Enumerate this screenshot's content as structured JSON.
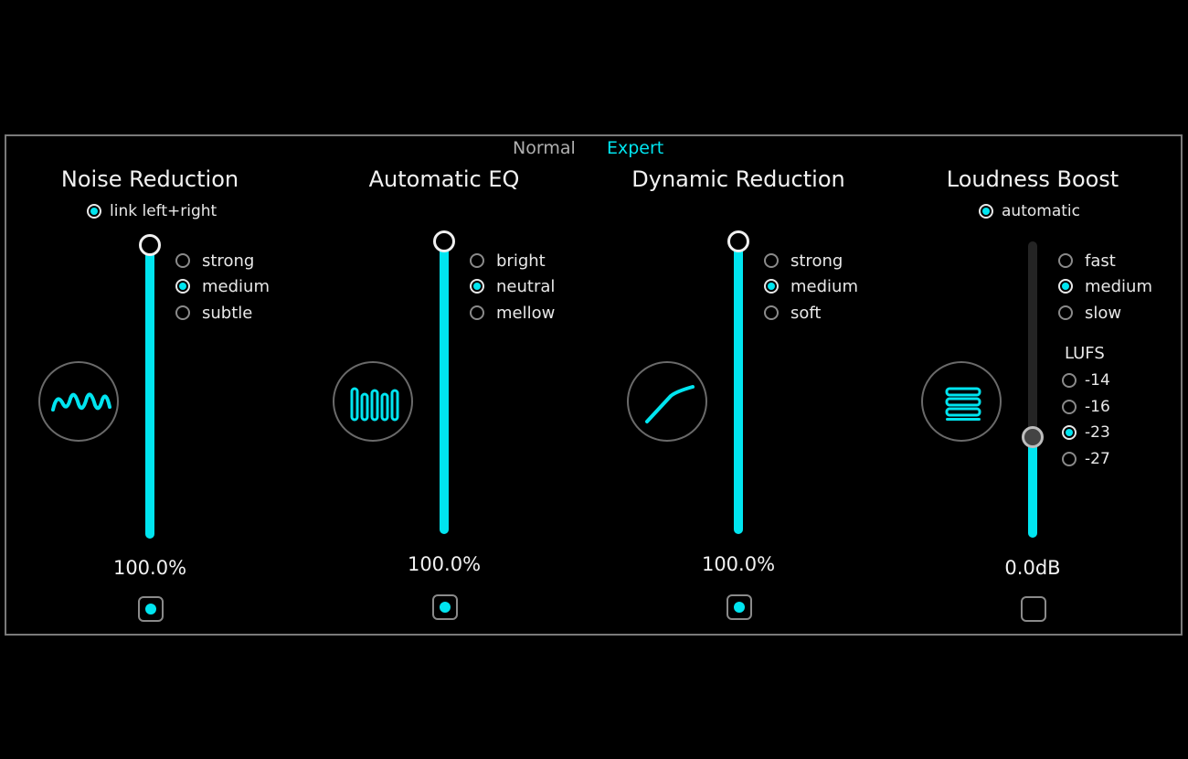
{
  "modes": {
    "normal": "Normal",
    "expert": "Expert",
    "active": "Expert"
  },
  "accent_color": "#00e5f0",
  "modules": [
    {
      "title": "Noise Reduction",
      "link_option": {
        "label": "link left+right",
        "checked": true
      },
      "icon": "noise-wave-icon",
      "options": [
        {
          "label": "strong",
          "checked": false
        },
        {
          "label": "medium",
          "checked": true
        },
        {
          "label": "subtle",
          "checked": false
        }
      ],
      "slider_percent": 100,
      "value": "100.0%",
      "enabled": true
    },
    {
      "title": "Automatic EQ",
      "icon": "eq-bars-icon",
      "options": [
        {
          "label": "bright",
          "checked": false
        },
        {
          "label": "neutral",
          "checked": true
        },
        {
          "label": "mellow",
          "checked": false
        }
      ],
      "slider_percent": 100,
      "value": "100.0%",
      "enabled": true
    },
    {
      "title": "Dynamic Reduction",
      "icon": "compression-curve-icon",
      "options": [
        {
          "label": "strong",
          "checked": false
        },
        {
          "label": "medium",
          "checked": true
        },
        {
          "label": "soft",
          "checked": false
        }
      ],
      "slider_percent": 100,
      "value": "100.0%",
      "enabled": true
    },
    {
      "title": "Loudness Boost",
      "auto_option": {
        "label": "automatic",
        "checked": true
      },
      "icon": "stacked-bars-icon",
      "options": [
        {
          "label": "fast",
          "checked": false
        },
        {
          "label": "medium",
          "checked": true
        },
        {
          "label": "slow",
          "checked": false
        }
      ],
      "lufs": {
        "label": "LUFS",
        "options": [
          {
            "label": "-14",
            "checked": false
          },
          {
            "label": "-16",
            "checked": false
          },
          {
            "label": "-23",
            "checked": true
          },
          {
            "label": "-27",
            "checked": false
          }
        ]
      },
      "slider_percent": 34,
      "value": "0.0dB",
      "enabled": false
    }
  ]
}
